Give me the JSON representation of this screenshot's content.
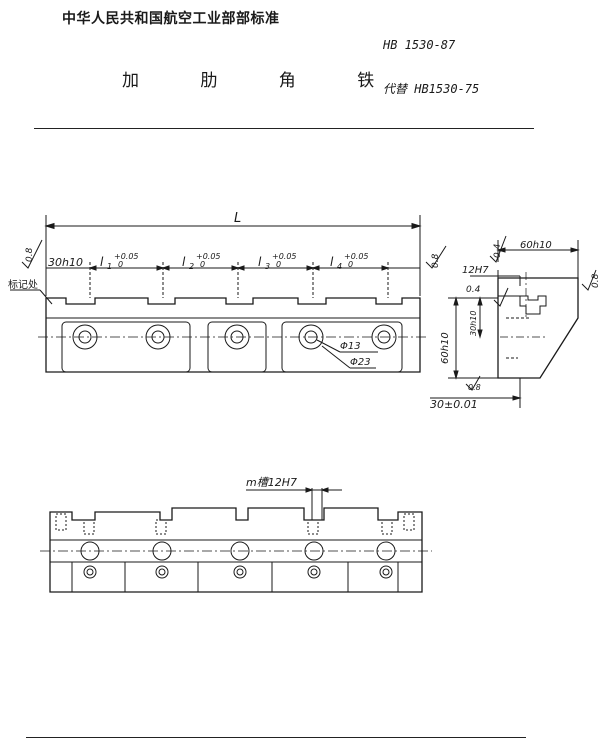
{
  "header": {
    "standard_title": "中华人民共和国航空工业部部标准",
    "standard_number": "HB 1530-87",
    "part_name": "加 肋 角 铁",
    "replaces": "代替 HB1530-75"
  },
  "front_view": {
    "overall_length": "L",
    "dim_30h10": "30h10",
    "pitches": [
      {
        "name": "l",
        "sub": "1",
        "tol_upper": "+0.05",
        "tol_lower": "0"
      },
      {
        "name": "l",
        "sub": "2",
        "tol_upper": "+0.05",
        "tol_lower": "0"
      },
      {
        "name": "l",
        "sub": "3",
        "tol_upper": "+0.05",
        "tol_lower": "0"
      },
      {
        "name": "l",
        "sub": "4",
        "tol_upper": "+0.05",
        "tol_lower": "0"
      }
    ],
    "roughness_left": "0.8",
    "roughness_right": "0.8",
    "marking_label": "标记处",
    "hole_small": "Φ13",
    "hole_large": "Φ23"
  },
  "side_view": {
    "dim_60h10_top": "60h10",
    "dim_60h10_side": "60h10",
    "roughness_top": "0.4",
    "roughness_slot": "0.4",
    "roughness_right": "0.8",
    "roughness_bottom": "0.8",
    "slot_width": "12H7",
    "dim_30h10": "30h10",
    "dim_30_tol": "30±0.01"
  },
  "top_view": {
    "slot_label": "m槽12H7"
  }
}
